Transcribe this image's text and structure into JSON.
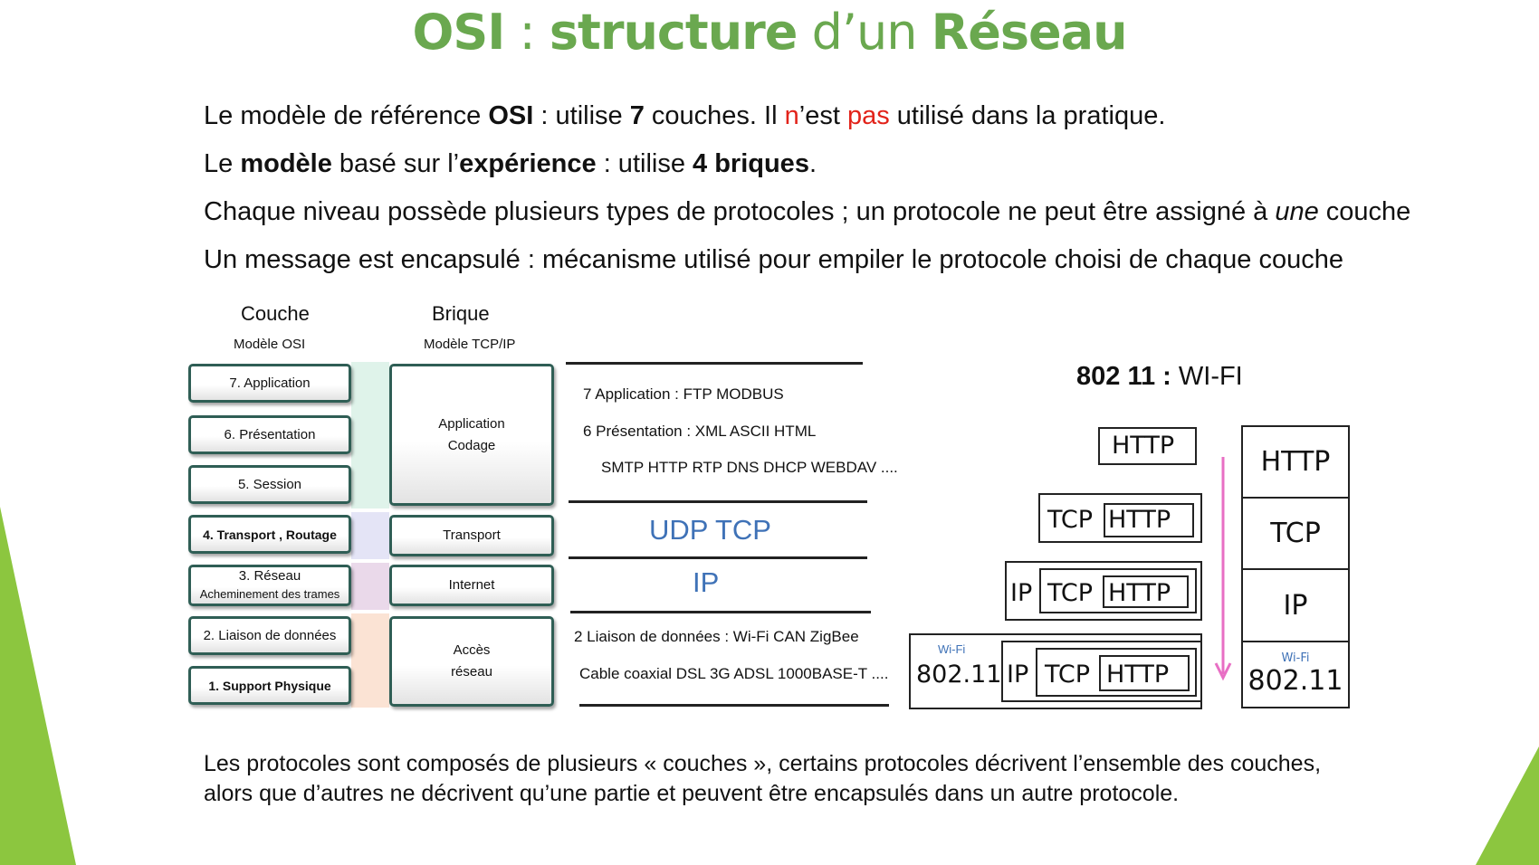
{
  "title": {
    "part1": "OSI",
    "part2": " : ",
    "part3": "structure",
    "part4": " d’un ",
    "part5": "Réseau"
  },
  "intro": {
    "line1": {
      "a": "Le modèle de référence ",
      "b": "OSI",
      "c": " : utilise ",
      "d": "7",
      "e": " couches. Il ",
      "f": "n",
      "g": "’est ",
      "h": "pas",
      "i": " utilisé dans la pratique."
    },
    "line2": {
      "a": "Le ",
      "b": "modèle",
      "c": " basé sur l’",
      "d": "expérience",
      "e": " : utilise ",
      "f": "4 briques",
      "g": "."
    },
    "line3": {
      "a": "Chaque niveau possède plusieurs types de protocoles ; un protocole ne peut être assigné à ",
      "b": "une",
      "c": " couche"
    },
    "line4": "Un message est encapsulé : mécanisme utilisé pour empiler le protocole choisi de chaque couche"
  },
  "diagram": {
    "couche_header": "Couche",
    "brique_header": "Brique",
    "osi_model_label": "Modèle OSI",
    "tcpip_model_label": "Modèle TCP/IP",
    "osi_layers": [
      {
        "line1": "7. Application",
        "line2": ""
      },
      {
        "line1": "6. Présentation",
        "line2": ""
      },
      {
        "line1": "5. Session",
        "line2": ""
      },
      {
        "line1": "4. Transport , Routage",
        "line2": ""
      },
      {
        "line1": "3. Réseau",
        "line2": "Acheminement des trames"
      },
      {
        "line1": "2. Liaison de données",
        "line2": ""
      },
      {
        "line1": "1. Support Physique",
        "line2": ""
      }
    ],
    "tcpip_blocks": [
      {
        "line1": "Application",
        "line2": "Codage"
      },
      {
        "line1": "Transport",
        "line2": ""
      },
      {
        "line1": "Internet",
        "line2": ""
      },
      {
        "line1": "Accès",
        "line2": "réseau"
      }
    ],
    "band_colors": {
      "app": "#dff3ea",
      "transport": "#e4e4f6",
      "internet": "#ead9ea",
      "access": "#fbe3d4"
    }
  },
  "protocols": {
    "app_line1": "7 Application  :   FTP  MODBUS",
    "app_line2": "6 Présentation : XML  ASCII  HTML",
    "app_line3": "SMTP  HTTP  RTP  DNS  DHCP  WEBDAV  ....",
    "transport": "UDP   TCP",
    "internet": "IP",
    "link_line1": "2 Liaison de données   : Wi-Fi  CAN  ZigBee",
    "link_line2": "Cable coaxial  DSL  3G ADSL  1000BASE-T ...."
  },
  "encapsulation": {
    "title_bold": "802 11 :",
    "title_rest": " WI-FI",
    "http": "HTTP",
    "tcp": "TCP",
    "ip": "IP",
    "wifi_tag": "Wi-Fi",
    "wifi_code": "802.11",
    "arrow_color": "#e86fc4"
  },
  "footer": {
    "line1": "Les protocoles sont composés de plusieurs « couches », certains protocoles décrivent l’ensemble des couches,",
    "line2": "alors que d’autres ne décrivent qu’une partie et peuvent être encapsulés dans un autre protocole."
  },
  "colors": {
    "title": "#6aa84f",
    "accent_green": "#8cc63f",
    "emphasis_red": "#e2231a",
    "protocol_blue": "#3f72b7"
  }
}
